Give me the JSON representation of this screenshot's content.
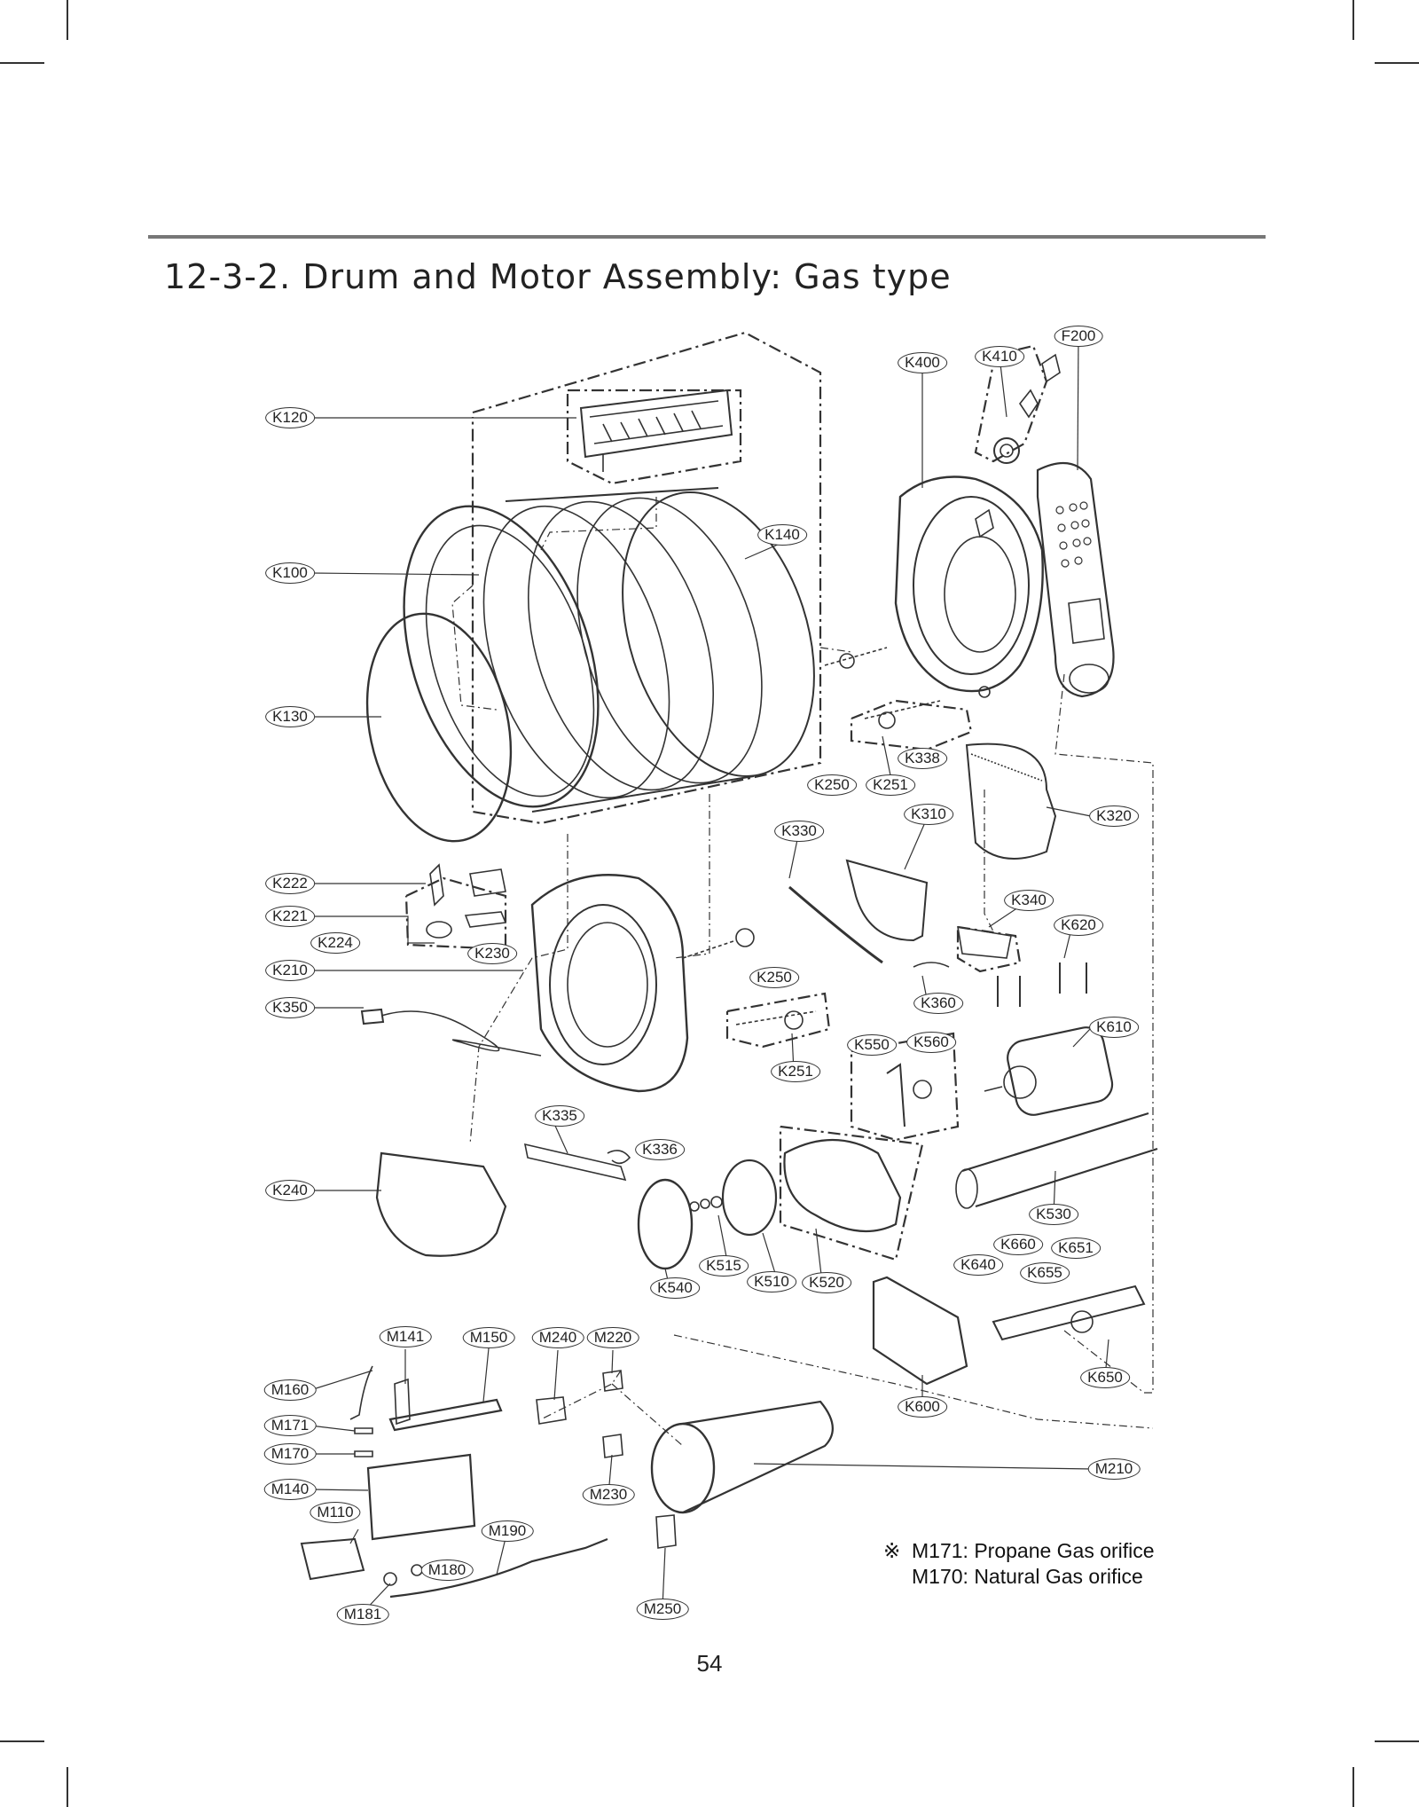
{
  "title": "12-3-2. Drum and Motor Assembly: Gas type",
  "page_number": "54",
  "notes": {
    "symbol": "※",
    "line1": "M171: Propane Gas orifice",
    "line2": "M170: Natural Gas orifice"
  },
  "callouts": {
    "F200": "F200",
    "K400": "K400",
    "K410": "K410",
    "K120": "K120",
    "K140": "K140",
    "K100": "K100",
    "K130": "K130",
    "K250_top": "K250",
    "K251_top": "K251",
    "K338": "K338",
    "K310": "K310",
    "K320": "K320",
    "K330": "K330",
    "K222": "K222",
    "K221": "K221",
    "K224": "K224",
    "K230": "K230",
    "K210": "K210",
    "K340": "K340",
    "K620": "K620",
    "K250_mid": "K250",
    "K350": "K350",
    "K360": "K360",
    "K610": "K610",
    "K550": "K550",
    "K560": "K560",
    "K251_mid": "K251",
    "K335": "K335",
    "K336": "K336",
    "K240": "K240",
    "K530": "K530",
    "K660": "K660",
    "K651": "K651",
    "K640": "K640",
    "K655": "K655",
    "K515": "K515",
    "K540": "K540",
    "K510": "K510",
    "K520": "K520",
    "M141": "M141",
    "M150": "M150",
    "M240": "M240",
    "M220": "M220",
    "K650": "K650",
    "M160": "M160",
    "K600": "K600",
    "M171": "M171",
    "M170": "M170",
    "M210": "M210",
    "M140": "M140",
    "M230": "M230",
    "M110": "M110",
    "M190": "M190",
    "M180": "M180",
    "M181": "M181",
    "M250": "M250"
  }
}
